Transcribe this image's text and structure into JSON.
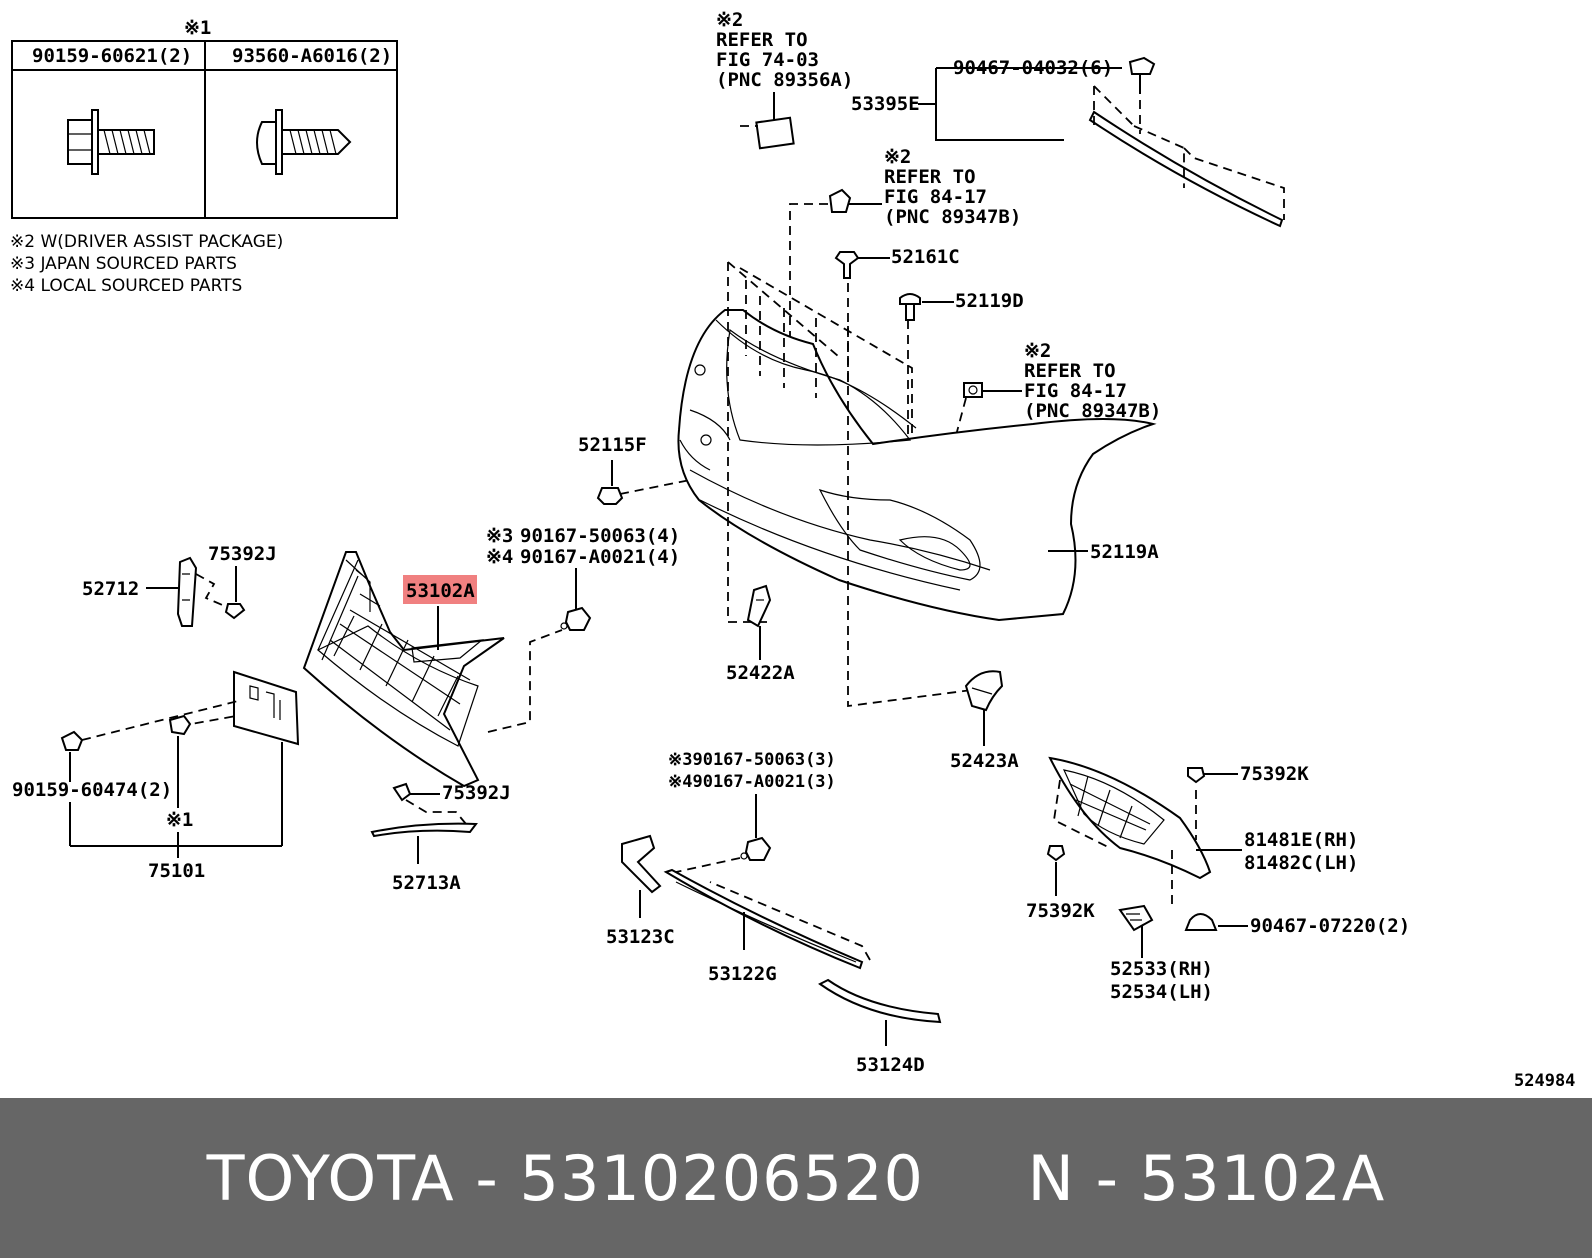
{
  "legend_box": {
    "marker": "※1",
    "col1": "90159-60621(2)",
    "col2": "93560-A6016(2)"
  },
  "notes": [
    "※2 W(DRIVER ASSIST PACKAGE)",
    "※3 JAPAN SOURCED PARTS",
    "※4 LOCAL SOURCED PARTS"
  ],
  "refs": {
    "ref1": [
      "※2",
      "REFER TO",
      "FIG 74-03",
      "(PNC 89356A)"
    ],
    "ref2": [
      "※2",
      "REFER TO",
      "FIG 84-17",
      "(PNC 89347B)"
    ],
    "ref3": [
      "※2",
      "REFER TO",
      "FIG 84-17",
      "(PNC 89347B)"
    ]
  },
  "labels": {
    "p90467_04032": "90467-04032(6)",
    "p53395E": "53395E",
    "p52161C": "52161C",
    "p52119D": "52119D",
    "p52115F": "52115F",
    "p52119A": "52119A",
    "p75392J_top": "75392J",
    "p52712": "52712",
    "p53102A": "53102A",
    "p90167_a_mark": "※3",
    "p90167_a": "90167-50063(4)",
    "p90167_b_mark": "※4",
    "p90167_b": "90167-A0021(4)",
    "p52422A": "52422A",
    "p52423A": "52423A",
    "p90159_60474": "90159-60474(2)",
    "p_mark1": "※1",
    "p75101": "75101",
    "p75392J_bot": "75392J",
    "p52713A": "52713A",
    "p90167_c": "※390167-50063(3)",
    "p90167_d": "※490167-A0021(3)",
    "p53123C": "53123C",
    "p53122G": "53122G",
    "p53124D": "53124D",
    "p75392K_top": "75392K",
    "p81481E": "81481E(RH)",
    "p81482C": "81482C(LH)",
    "p75392K_bot": "75392K",
    "p90467_07220": "90467-07220(2)",
    "p52533": "52533(RH)",
    "p52534": "52534(LH)",
    "figure_id": "524984"
  },
  "highlight_color": "#f08080",
  "footer": {
    "brand": "TOYOTA",
    "part_number": "5310206520",
    "pnc": "N - 53102A",
    "text": "TOYOTA - 5310206520     N - 53102A"
  }
}
